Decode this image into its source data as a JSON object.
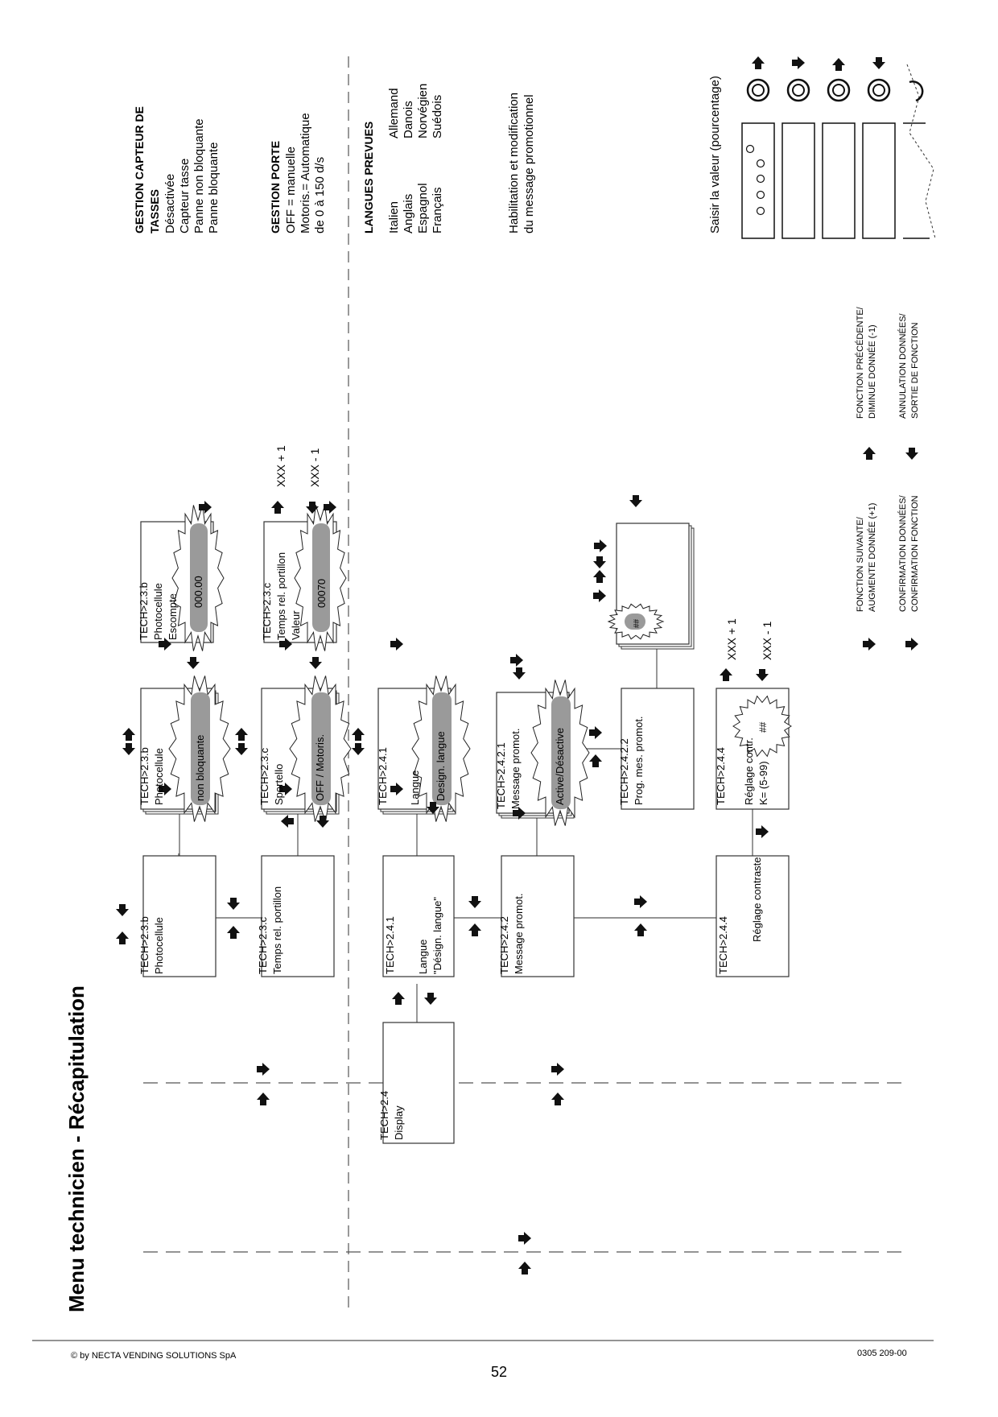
{
  "page_title": "Menu technicien - Récapitulation",
  "footer": {
    "copyright": "© by NECTA VENDING SOLUTIONS SpA",
    "page_number": "52",
    "doc_code": "0305 209-00"
  },
  "boxes": {
    "photocell_main": [
      "TECH>2.3.b",
      "Photocellule"
    ],
    "photocell_sub": [
      "TECH>2.3.b",
      "Photocellule"
    ],
    "photocell_sub_value": "non bloquante",
    "photocell_exc": [
      "TECH>2.3.b",
      "Photocellule",
      "Escompte"
    ],
    "photocell_exc_value": "000.00",
    "door_main": [
      "TECH>2.3.c",
      "Temps rel. portillon"
    ],
    "door_sub": [
      "TECH>2.3.c",
      "Sportello"
    ],
    "door_sub_value": "OFF / Motoris.",
    "door_time": [
      "TECH>2.3.c",
      "Temps rel. portillon",
      "Valeur"
    ],
    "door_time_value": "00070",
    "display": [
      "TECH>2.4",
      "Display"
    ],
    "lang_main": [
      "TECH>2.4.1",
      "Langue",
      "\"Désign. langue\""
    ],
    "lang_sub": [
      "TECH>2.4.1",
      "Langue"
    ],
    "lang_sub_value": "Design. langue",
    "promo_main": [
      "TECH>2.4.2",
      "Message promot."
    ],
    "promo_sub": [
      "TECH>2.4.2.1",
      "Message promot."
    ],
    "promo_sub_value": "Active/Désactive",
    "promo_prog": [
      "TECH>2.4.2.2",
      "Prog. mes. promot."
    ],
    "promo_edit_value": "##",
    "contrast_main": [
      "TECH>2.4.4",
      "Réglage contraste"
    ],
    "contrast_sub": [
      "TECH>2.4.4",
      "Réglage contr.",
      "K= (5-99)"
    ],
    "contrast_sub_value": "##"
  },
  "inc_labels": {
    "door_plus": "XXX + 1",
    "door_minus": "XXX - 1",
    "contrast_plus": "XXX + 1",
    "contrast_minus": "XXX - 1"
  },
  "notes": {
    "cup_title_1": "Gestion capteur de",
    "cup_title_2": "tasses",
    "cup_items": [
      "Désactivée",
      "Capteur tasse",
      "Panne non bloquante",
      "Panne bloquante"
    ],
    "door_title": "Gestion porte",
    "door_items": [
      "OFF      = manuelle",
      "Motoris.= Automatique",
      "de 0 à 150 d/s"
    ],
    "lang_title": "Langues prevues",
    "lang_col1": [
      "Italien",
      "Anglais",
      "Espagnol",
      "Français"
    ],
    "lang_col2": [
      "Allemand",
      "Danois",
      "Norvégien",
      "Suédois"
    ],
    "promo_note": [
      "Habilitation et modification",
      "du message promotionnel"
    ],
    "percent_note": "Saisir la valeur (pourcentage)"
  },
  "legend": {
    "next": [
      "FONCTION SUIVANTE/",
      "AUGMENTE DONNÉE (+1)"
    ],
    "prev": [
      "FONCTION PRÉCÉDENTE/",
      "DIMINUE DONNÉE (-1)"
    ],
    "confirm": [
      "CONFIRMATION DONNÉES/",
      "CONFIRMATION FONCTION"
    ],
    "cancel": [
      "ANNULATION DONNÉES/",
      "SORTIE DE FONCTION"
    ]
  }
}
